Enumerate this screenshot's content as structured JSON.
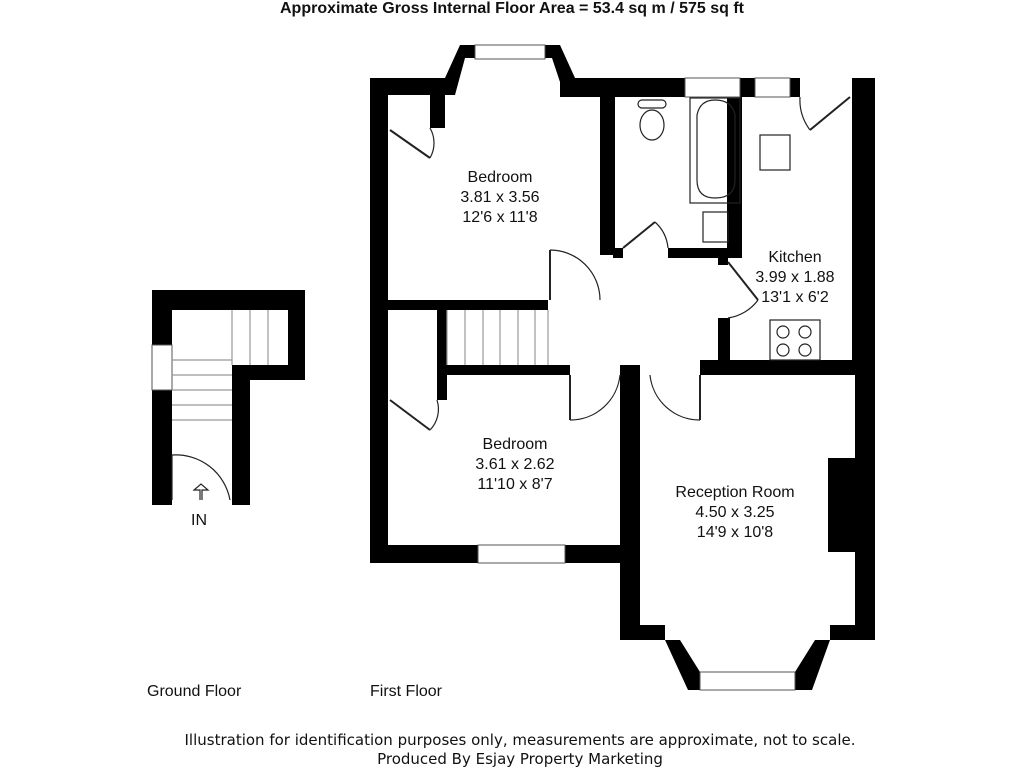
{
  "title": "Approximate Gross Internal Floor Area = 53.4 sq m / 575 sq ft",
  "rooms": [
    {
      "name": "Bedroom",
      "metric": "3.81 x 3.56",
      "imperial": "12'6 x 11'8"
    },
    {
      "name": "Kitchen",
      "metric": "3.99 x 1.88",
      "imperial": "13'1 x 6'2"
    },
    {
      "name": "Bedroom",
      "metric": "3.61 x 2.62",
      "imperial": "11'10 x 8'7"
    },
    {
      "name": "Reception Room",
      "metric": "4.50 x 3.25",
      "imperial": "14'9 x 10'8"
    }
  ],
  "entrance_label": "IN",
  "floors": {
    "ground": "Ground Floor",
    "first": "First Floor"
  },
  "footer": {
    "disclaimer": "Illustration for identification purposes only, measurements are approximate, not to scale.",
    "producer": "Produced By Esjay Property Marketing"
  }
}
